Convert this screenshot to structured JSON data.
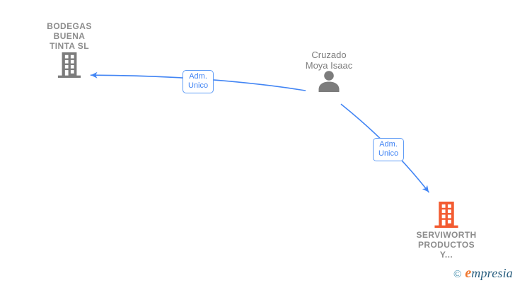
{
  "diagram": {
    "nodes": [
      {
        "id": "bodegas-buena-tinta-sl",
        "type": "company",
        "icon": "building-icon",
        "label_lines": [
          "BODEGAS",
          "BUENA",
          "TINTA SL"
        ]
      },
      {
        "id": "cruzado-moya-isaac",
        "type": "person",
        "icon": "person-icon",
        "label_lines": [
          "Cruzado",
          "Moya Isaac"
        ]
      },
      {
        "id": "serviworth-productos-y",
        "type": "company",
        "icon": "building-icon",
        "label_lines": [
          "SERVIWORTH",
          "PRODUCTOS",
          "Y..."
        ]
      }
    ],
    "edges": [
      {
        "from": "cruzado-moya-isaac",
        "to": "bodegas-buena-tinta-sl",
        "label_lines": [
          "Adm.",
          "Unico"
        ]
      },
      {
        "from": "cruzado-moya-isaac",
        "to": "serviworth-productos-y",
        "label_lines": [
          "Adm.",
          "Unico"
        ]
      }
    ]
  },
  "footer": {
    "copyright_symbol": "©",
    "brand_e": "e",
    "brand_rest": "mpresia"
  },
  "colors": {
    "edge_blue": "#4285f4",
    "edge_label_border": "#5f9cf6",
    "edge_label_text": "#4285f4",
    "node_gray": "#7c7c7c",
    "company_text_gray": "#8c8c8c",
    "person_text_gray": "#7d7d7d",
    "company_orange": "#f35b31",
    "logo_copyright_teal": "#3787a8",
    "logo_e_orange": "#f0762d",
    "logo_text_teal": "#2a5f7f"
  }
}
